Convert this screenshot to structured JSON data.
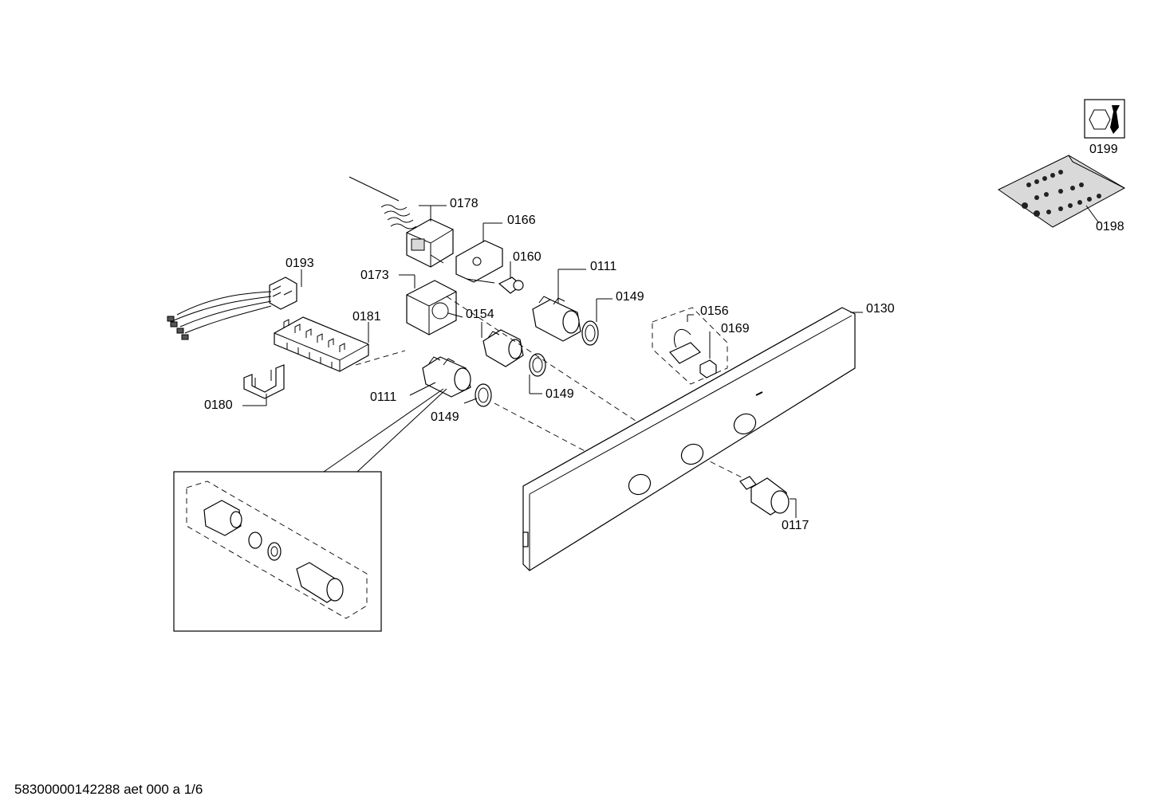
{
  "footer": {
    "doc_id": "58300000142288 aet 000 a 1/6"
  },
  "labels": {
    "p0199": "0199",
    "p0198": "0198",
    "p0178": "0178",
    "p0166": "0166",
    "p0160": "0160",
    "p0173": "0173",
    "p0111a": "0111",
    "p0149a": "0149",
    "p0193": "0193",
    "p0181": "0181",
    "p0154": "0154",
    "p0149b": "0149",
    "p0111b": "0111",
    "p0149c": "0149",
    "p0180": "0180",
    "p0156": "0156",
    "p0169": "0169",
    "p0130": "0130",
    "p0117": "0117"
  }
}
